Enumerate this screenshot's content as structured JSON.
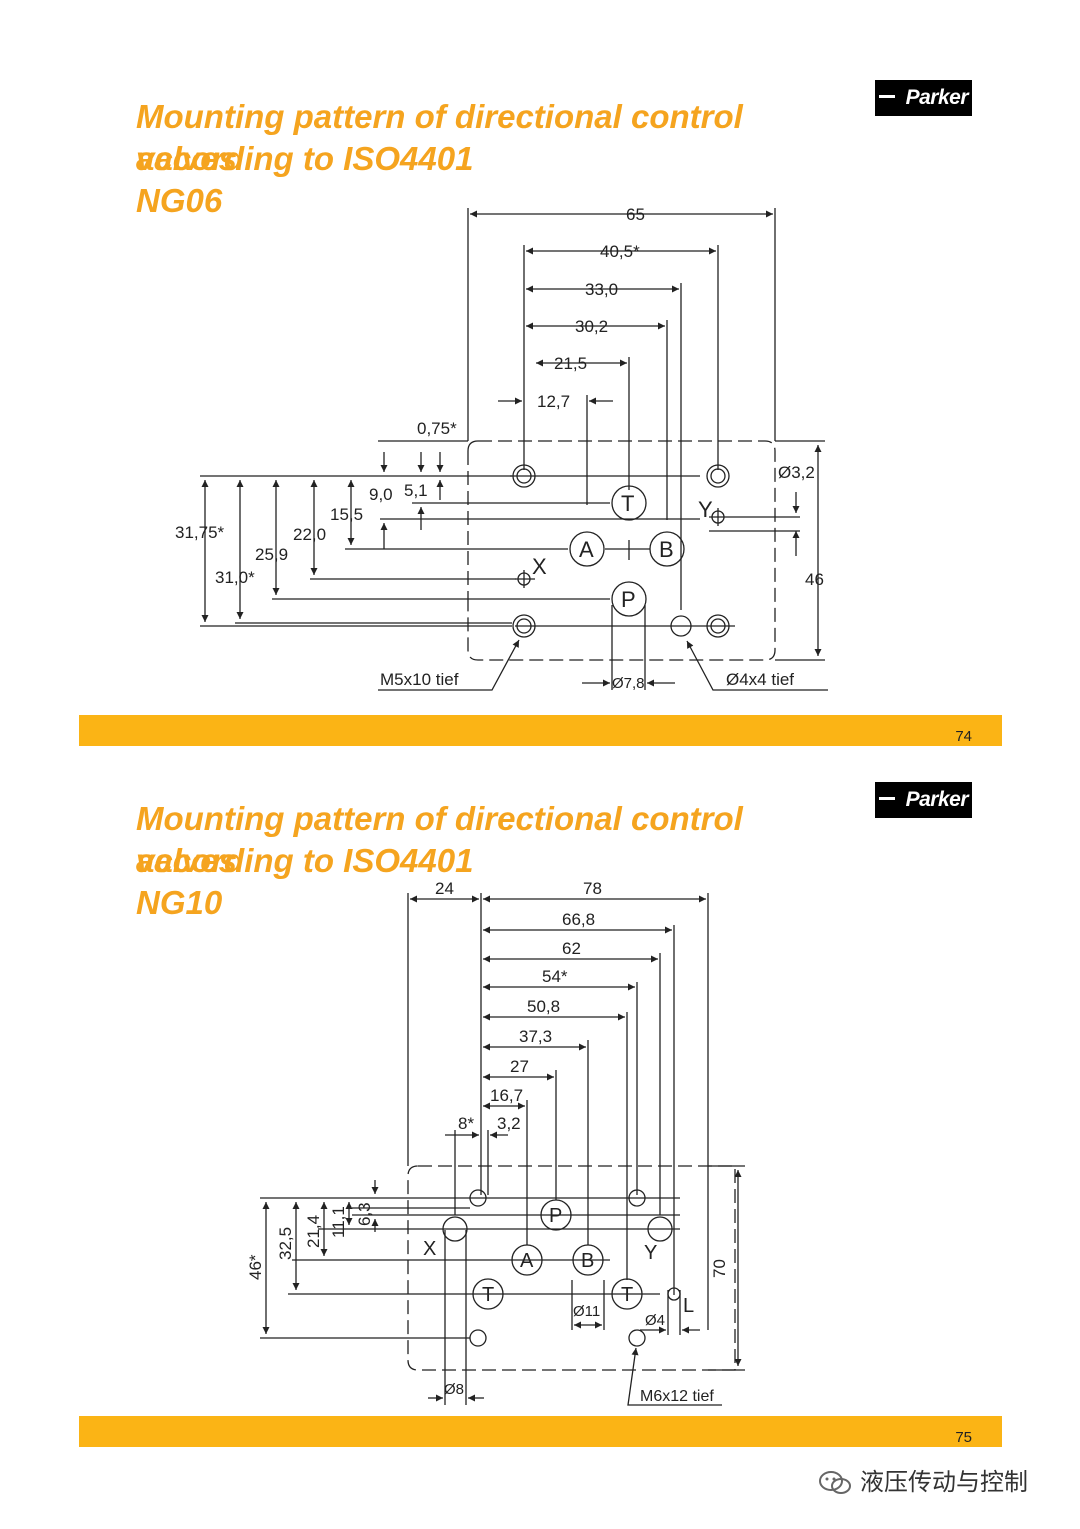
{
  "pages": [
    {
      "title_lines": [
        "Mounting pattern  of directional control",
        "valves",
        "according to  ISO4401",
        "NG06"
      ],
      "page_number": "74",
      "logo": "Parker",
      "dims": {
        "d65": "65",
        "d40_5": "40,5*",
        "d33_0": "33,0",
        "d30_2": "30,2",
        "d21_5": "21,5",
        "d12_7": "12,7",
        "d0_75": "0,75*",
        "d9_0": "9,0",
        "d5_1": "5,1",
        "d15_5": "15,5",
        "d22_0": "22,0",
        "d25_9": "25,9",
        "d31_75": "31,75*",
        "d31_0": "31,0*",
        "d3_2": "Ø3,2",
        "d46": "46",
        "m5": "M5x10  tief",
        "d7_8": "Ø7,8",
        "d4x4": "Ø4x4  tief"
      },
      "ports": {
        "T": "T",
        "A": "A",
        "B": "B",
        "P": "P",
        "X": "X",
        "Y": "Y"
      }
    },
    {
      "title_lines": [
        "Mounting pattern of directional control",
        "valves",
        "according to  ISO4401",
        "NG10"
      ],
      "page_number": "75",
      "logo": "Parker",
      "dims": {
        "d24": "24",
        "d78": "78",
        "d66_8": "66,8",
        "d62": "62",
        "d54": "54*",
        "d50_8": "50,8",
        "d37_3": "37,3",
        "d27": "27",
        "d16_7": "16,7",
        "d8": "8*",
        "d3_2": "3,2",
        "d6_3": "6,3",
        "d11_1": "11,1",
        "d21_4": "21,4",
        "d32_5": "32,5",
        "d46": "46*",
        "d70": "70",
        "d11": "Ø11",
        "d4": "Ø4",
        "d8b": "Ø8",
        "m6": "M6x12 tief",
        "L": "L"
      },
      "ports": {
        "P": "P",
        "A": "A",
        "B": "B",
        "T1": "T",
        "T2": "T",
        "X": "X",
        "Y": "Y"
      }
    }
  ],
  "watermark": "液压传动与控制",
  "colors": {
    "title": "#f5a41f",
    "band": "#fbb415",
    "line": "#222222"
  }
}
